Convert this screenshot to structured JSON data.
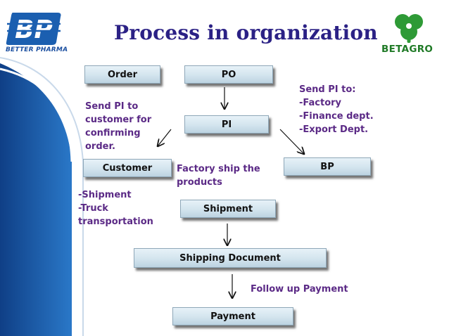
{
  "title": "Process in organization",
  "logos": {
    "left_caption": "BETTER PHARMA",
    "left_mark": "BP",
    "right_caption": "BETAGRO"
  },
  "boxes": {
    "order": "Order",
    "po": "PO",
    "pi": "PI",
    "customer": "Customer",
    "bp": "BP",
    "shipment": "Shipment",
    "shipping_document": "Shipping Document",
    "payment": "Payment"
  },
  "notes": {
    "send_pi_customer": "Send PI to\ncustomer for\nconfirming\norder.",
    "send_pi_to": "Send PI to:\n-Factory\n-Finance dept.\n-Export Dept.",
    "factory_ship": "Factory ship the\nproducts",
    "shipment_truck": "-Shipment\n-Truck\ntransportation",
    "follow_up": "Follow up Payment"
  },
  "colors": {
    "title": "#2b2185",
    "note_text": "#5b2a86",
    "box_fill": "#d3e4ee",
    "band_blue": "#1d5fb0",
    "betagro_green": "#2e9a36"
  }
}
